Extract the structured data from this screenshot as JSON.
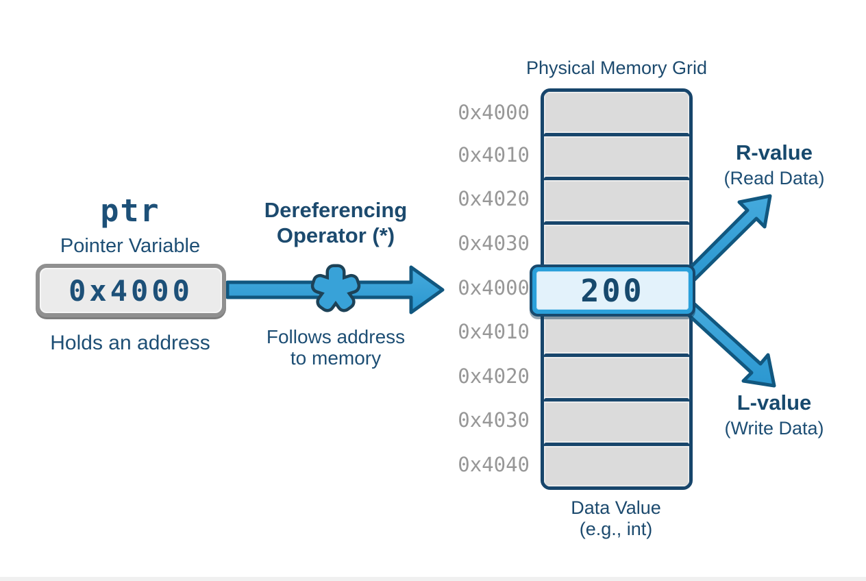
{
  "pointer": {
    "name": "ptr",
    "subtitle": "Pointer Variable",
    "value": "0x4000",
    "caption": "Holds an address"
  },
  "operator": {
    "title_line1": "Dereferencing",
    "title_line2": "Operator (*)",
    "symbol": "*",
    "caption_line1": "Follows address",
    "caption_line2": "to memory"
  },
  "memory_grid": {
    "title": "Physical Memory Grid",
    "rows": [
      {
        "address": "0x4000",
        "value": "",
        "highlighted": false
      },
      {
        "address": "0x4010",
        "value": "",
        "highlighted": false
      },
      {
        "address": "0x4020",
        "value": "",
        "highlighted": false
      },
      {
        "address": "0x4030",
        "value": "",
        "highlighted": false
      },
      {
        "address": "0x4000",
        "value": "200",
        "highlighted": true
      },
      {
        "address": "0x4010",
        "value": "",
        "highlighted": false
      },
      {
        "address": "0x4020",
        "value": "",
        "highlighted": false
      },
      {
        "address": "0x4030",
        "value": "",
        "highlighted": false
      },
      {
        "address": "0x4040",
        "value": "",
        "highlighted": false
      }
    ],
    "caption_line1": "Data Value",
    "caption_line2": "(e.g., int)"
  },
  "outputs": {
    "r_value": {
      "label": "R-value",
      "sublabel": "(Read Data)"
    },
    "l_value": {
      "label": "L-value",
      "sublabel": "(Write Data)"
    }
  },
  "icons": {
    "dereference_arrow": "right-arrow-icon",
    "asterisk": "asterisk-icon",
    "r_arrow": "up-right-arrow-icon",
    "l_arrow": "down-right-arrow-icon"
  },
  "colors": {
    "navy_text": "#1d4e74",
    "arrow_fill": "#319fd6",
    "arrow_outline": "#11577f",
    "asterisk_outline": "#1d4257",
    "cell_gray": "#dbdbdb",
    "grid_border": "#17456b",
    "address_gray": "#979797",
    "highlight_band": "#2ba0da",
    "highlight_fill": "#e3f2fb",
    "highlight_border": "#17496d",
    "pointer_box_fill": "#ebebeb",
    "pointer_box_border": "#909090"
  }
}
